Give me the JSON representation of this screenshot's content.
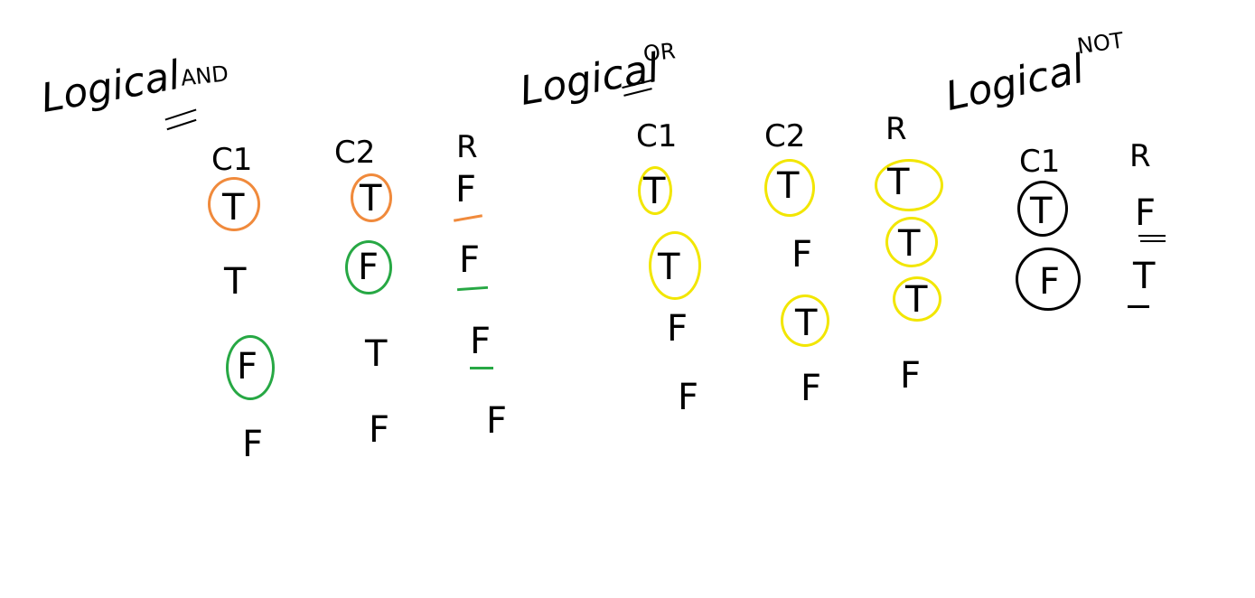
{
  "colors": {
    "ink": "#000000",
    "and_true_mark": "#f08a3c",
    "and_false_mark": "#27a844",
    "or_mark": "#f2e600",
    "not_mark": "#000000"
  },
  "and": {
    "title_word": "Logical",
    "title_op": "AND",
    "headers": [
      "C1",
      "C2",
      "R"
    ],
    "rows": [
      [
        "T",
        "T",
        "F"
      ],
      [
        "T",
        "F",
        "F"
      ],
      [
        "F",
        "T",
        "F"
      ],
      [
        "F",
        "F",
        "F"
      ]
    ]
  },
  "or": {
    "title_word": "Logical",
    "title_op": "OR",
    "headers": [
      "C1",
      "C2",
      "R"
    ],
    "rows": [
      [
        "T",
        "T",
        "T"
      ],
      [
        "T",
        "F",
        "T"
      ],
      [
        "F",
        "T",
        "T"
      ],
      [
        "F",
        "F",
        "F"
      ]
    ]
  },
  "not": {
    "title_word": "Logical",
    "title_op": "NOT",
    "headers": [
      "C1",
      "R"
    ],
    "rows": [
      [
        "T",
        "F"
      ],
      [
        "F",
        "T"
      ]
    ]
  }
}
